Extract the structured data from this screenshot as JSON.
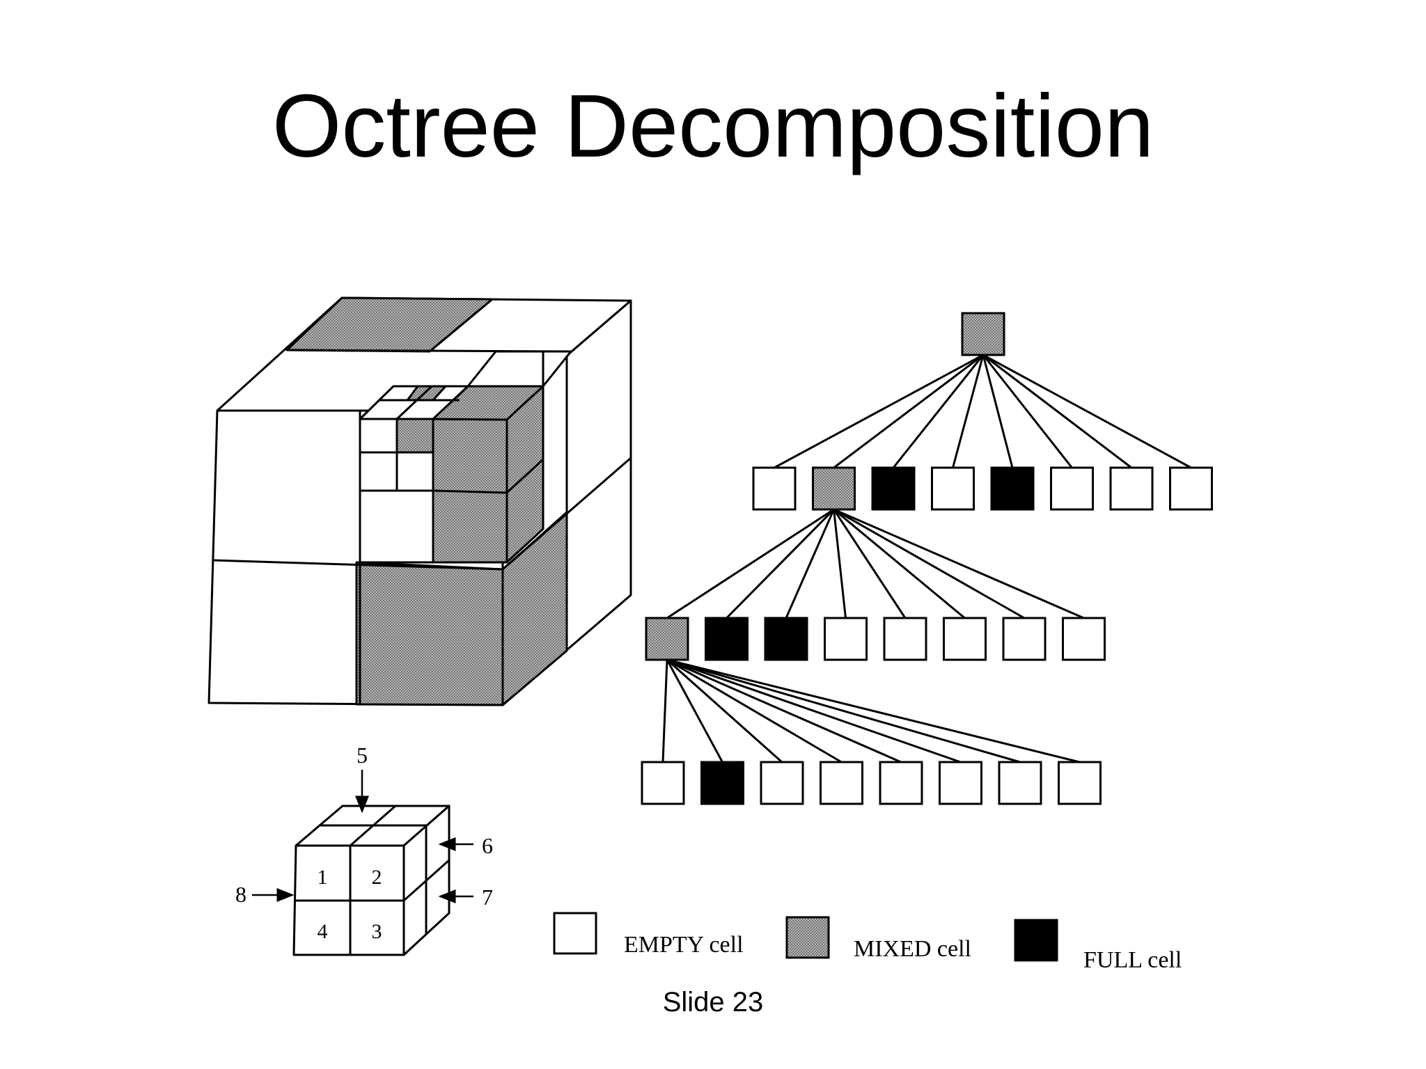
{
  "title": "Octree Decomposition",
  "slide_label": "Slide 23",
  "colors": {
    "empty": "#ffffff",
    "mixed": "#9a9a9a",
    "full": "#000000",
    "stroke": "#000000"
  },
  "legend": [
    {
      "type": "empty",
      "label": "EMPTY  cell"
    },
    {
      "type": "mixed",
      "label": "MIXED  cell"
    },
    {
      "type": "full",
      "label": "FULL  cell"
    }
  ],
  "tree": {
    "root": "mixed",
    "levels": [
      [
        "empty",
        "mixed",
        "full",
        "empty",
        "full",
        "empty",
        "empty",
        "empty"
      ],
      [
        "mixed",
        "full",
        "full",
        "empty",
        "empty",
        "empty",
        "empty",
        "empty"
      ],
      [
        "empty",
        "full",
        "empty",
        "empty",
        "empty",
        "empty",
        "empty",
        "empty"
      ]
    ]
  },
  "small_cube": {
    "front_labels": [
      "1",
      "2",
      "4",
      "3"
    ],
    "arrow_labels": [
      "5",
      "6",
      "7",
      "8"
    ]
  }
}
